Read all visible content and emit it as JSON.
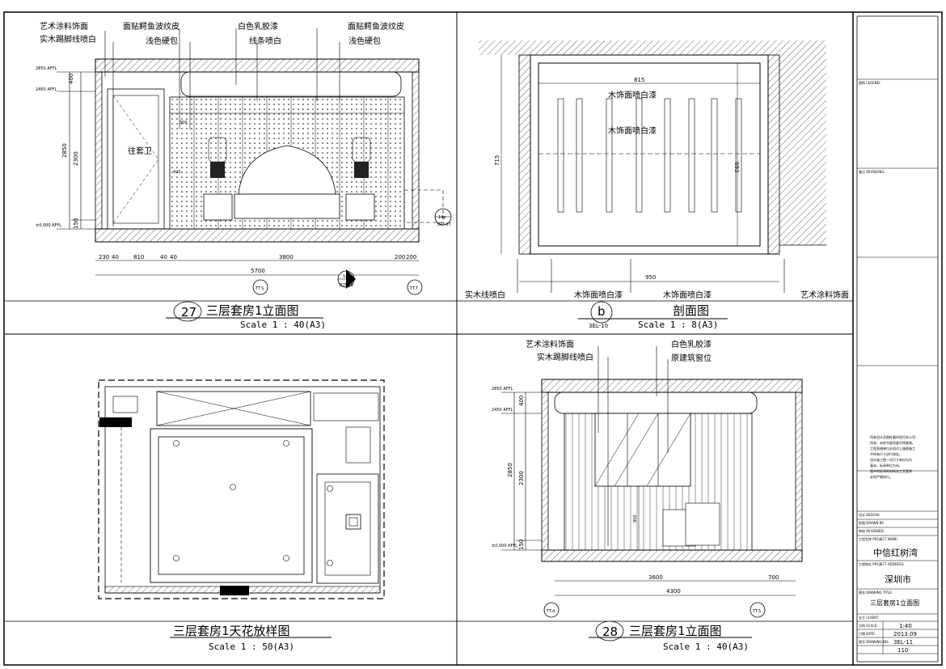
{
  "panel_27": {
    "num": "27",
    "title": "三层套房1立面图",
    "scale": "Scale 1 : 40(A3)",
    "callouts_left": [
      "艺术涂料饰面",
      "实木踢脚线喷白"
    ],
    "callouts_mid1": [
      "面贴鳄鱼波纹皮",
      "浅色硬包"
    ],
    "callouts_mid2": [
      "白色乳胶漆",
      "线条喷白"
    ],
    "callouts_right": [
      "面贴鳄鱼波纹皮",
      "浅色硬包"
    ],
    "levels": [
      "2850 AFFL",
      "2450 AFFL",
      "±0.000 AFFL"
    ],
    "left_dims": [
      "400",
      "2300",
      "2850",
      "150"
    ],
    "bottom_dims": [
      "230",
      "40",
      "810",
      "40",
      "40",
      "3800",
      "200",
      "200"
    ],
    "total_width": "5700",
    "door_label": "往套卫",
    "ref_14": {
      "num": "14",
      "sheet": "3DT-09"
    },
    "ref_14a": {
      "num": "14a",
      "sheet": "3DT-07"
    },
    "axis_left": "TT.S",
    "axis_right": "TT.T",
    "tick_300": "300",
    "tick_420": "420"
  },
  "panel_b": {
    "num": "b",
    "sheet": "3EL-10",
    "title": "剖面图",
    "scale": "Scale 1 : 8(A3)",
    "top_dim": "815",
    "bottom_dim": "950",
    "left_dim": "715",
    "inner_dim": "693",
    "inner_labels": [
      "木饰面喷白漆",
      "木饰面喷白漆"
    ],
    "bottom_labels": [
      "实木线喷白",
      "木饰面喷白漆",
      "木饰面喷白漆",
      "艺术涂料饰面"
    ]
  },
  "panel_ceiling": {
    "title": "三层套房1天花放样图",
    "scale": "Scale 1 : 50(A3)"
  },
  "panel_28": {
    "num": "28",
    "title": "三层套房1立面图",
    "scale": "Scale 1 : 40(A3)",
    "callouts_left": [
      "艺术涂料饰面",
      "实木踢脚线喷白"
    ],
    "callouts_right": [
      "白色乳胶漆",
      "原建筑窗位"
    ],
    "levels": [
      "2850 AFFL",
      "2450 AFFL",
      "±0.000 AFFL"
    ],
    "left_dims": [
      "400",
      "2300",
      "2850",
      "150"
    ],
    "bottom_dims": [
      "3600",
      "700"
    ],
    "total_width": "4300",
    "axis_left": "TT.4",
    "axis_right": "TT.5",
    "center_dim": "950"
  },
  "title_block": {
    "legend": "图例 LEGEND:",
    "revisions": "备注 REVISIONS:",
    "notes": [
      "所有设计及图样著作权归本公司",
      "所有，未经书面同意不得复制。",
      "工程承建单位必须对上施图施工",
      "中所有尺寸进行核实。",
      "设计施工图一切尺寸单位均为",
      "毫米，标高单位为米。",
      "图中所标明的材料及工艺要求",
      "必须严格执行。"
    ],
    "design": "设计 DESIGN:",
    "drawn": "绘图 DRAWN BY:",
    "checked": "审核 REVIEWED:",
    "project_name_label": "工程名称 PROJECT NAME:",
    "project_name": "中信红树湾",
    "address_label": "工程地址 PROJECT ADDRESS:",
    "address": "深圳市",
    "drawing_title_label": "图名 DRAWING TITLE:",
    "drawing_title": "三层套房1立面图",
    "client_label": "业主 CLIENT:",
    "scale_label": "比例 SCALE:",
    "scale": "1:40",
    "date_label": "日期 DATE:",
    "date": "2013.09",
    "drawing_no_label": "图号 DRAWING NO.:",
    "drawing_no": "3EL-11",
    "page": "110"
  }
}
